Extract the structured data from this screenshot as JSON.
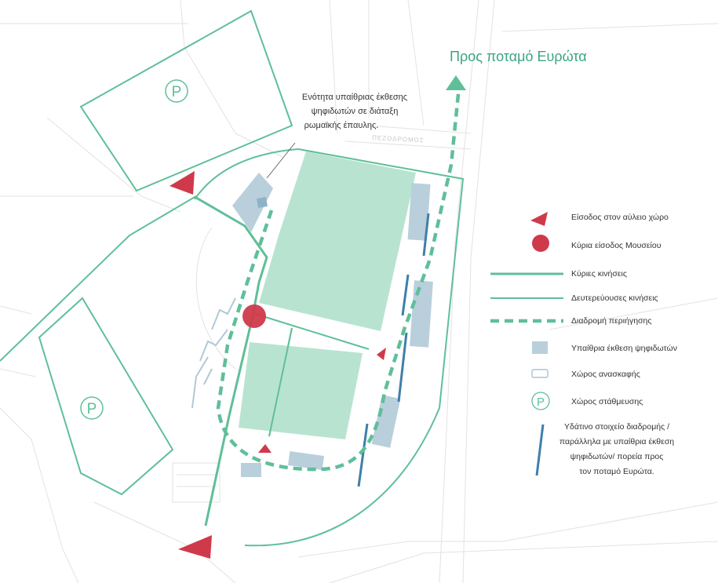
{
  "title": "Προς ποταμό Ευρώτα",
  "callout": {
    "lines": [
      "Ενότητα υπαίθριας έκθεσης",
      "ψηφιδωτών σε διάταξη",
      "ρωμαϊκής έπαυλης."
    ]
  },
  "street_label": "ΠΕΖΟΔΡΟΜΟΣ",
  "parking_symbol": "P",
  "legend": {
    "items": [
      {
        "key": "entry",
        "label": "Είσοδος στον αύλειο χώρο"
      },
      {
        "key": "main_entry",
        "label": "Κύρια είσοδος Μουσείου"
      },
      {
        "key": "main_paths",
        "label": "Κύριες κινήσεις"
      },
      {
        "key": "secondary_paths",
        "label": "Δευτερεύουσες κινήσεις"
      },
      {
        "key": "tour_route",
        "label": "Διαδρομή περιήγησης"
      },
      {
        "key": "mosaics",
        "label": "Υπαίθρια έκθεση ψηφιδωτών"
      },
      {
        "key": "excavation",
        "label": "Χώρος ανασκαφής"
      },
      {
        "key": "parking",
        "label": "Χώρος στάθμευσης"
      }
    ],
    "water": {
      "lines": [
        "Υδάτινο στοιχείο διαδρομής /",
        "παράλληλα με υπαίθρια έκθεση",
        "ψηφιδωτών/ πορεία προς",
        "τον ποταμό Ευρώτα."
      ]
    }
  },
  "colors": {
    "green_line": "#5fbf99",
    "green_fill": "#b9e3d1",
    "red": "#cf3a4a",
    "mosaic_fill": "#b9cfdc",
    "water_blue": "#3f7fa8",
    "base_lines": "#dedede",
    "title_color": "#3aa585"
  }
}
